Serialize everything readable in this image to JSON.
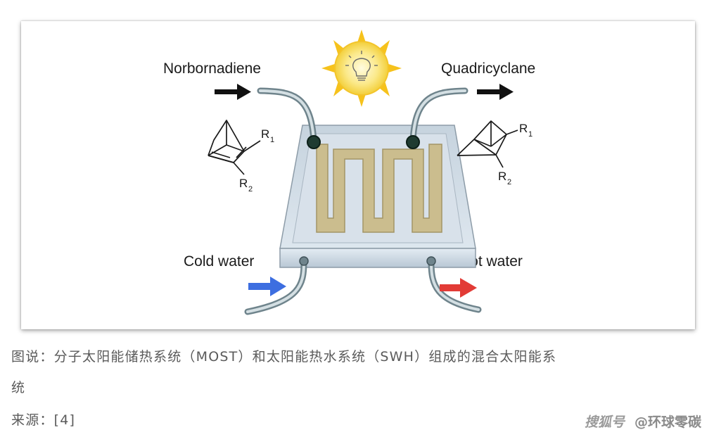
{
  "diagram": {
    "labels": {
      "norbornadiene": "Norbornadiene",
      "quadricyclane": "Quadricyclane",
      "cold_water": "Cold water",
      "hot_water": "Hot water"
    },
    "substituents": {
      "left_r1": "R",
      "left_r1_sub": "1",
      "left_r2": "R",
      "left_r2_sub": "2",
      "right_r1": "R",
      "right_r1_sub": "1",
      "right_r2": "R",
      "right_r2_sub": "2"
    },
    "colors": {
      "sun": "#f6c21c",
      "panel_channel": "#cbbd8e",
      "cold_arrow": "#3d6ee0",
      "hot_arrow": "#e23b36"
    }
  },
  "caption": {
    "line1": "图说：分子太阳能储热系统（MOST）和太阳能热水系统（SWH）组成的混合太阳能系",
    "line2": "统",
    "source": "来源：[4]"
  },
  "watermark": {
    "logo": "搜狐号",
    "account": "@环球零碳"
  }
}
